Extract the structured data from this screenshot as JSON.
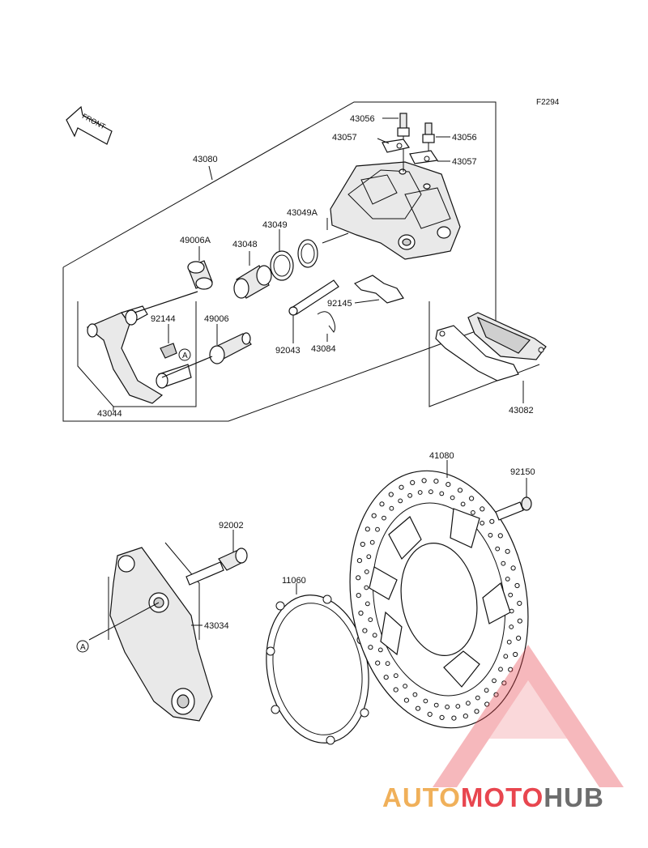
{
  "figure_code": "F2294",
  "front_label": "FRONT",
  "callouts": {
    "p43056a": "43056",
    "p43056b": "43056",
    "p43057a": "43057",
    "p43057b": "43057",
    "p43080": "43080",
    "p43049A": "43049A",
    "p43049": "43049",
    "p43048": "43048",
    "p49006A": "49006A",
    "p92144": "92144",
    "p49006": "49006",
    "p92145": "92145",
    "p92043": "92043",
    "p43084": "43084",
    "p43044": "43044",
    "p43082": "43082",
    "p41080": "41080",
    "p92150": "92150",
    "p92002": "92002",
    "p11060": "11060",
    "p43034": "43034",
    "refA1": "A",
    "refA2": "A"
  },
  "watermark": {
    "part1": "AUTO",
    "part2": "MOTO",
    "part3": "HUB",
    "colors": {
      "auto": "#f0b05a",
      "moto": "#e8464f",
      "hub": "#6d6d6d",
      "triangle": "#e8464f"
    }
  }
}
